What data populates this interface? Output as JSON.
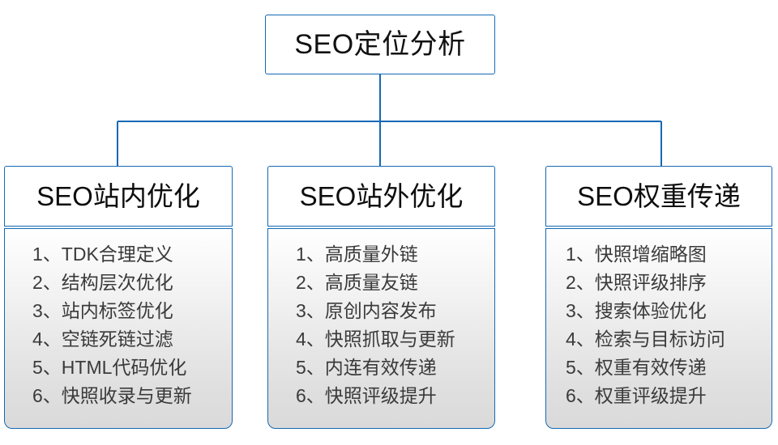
{
  "diagram": {
    "title": "SEO定位分析",
    "accent_color": "#1569b5",
    "root": {
      "label": "SEO定位分析"
    },
    "branches": [
      {
        "id": "seo-onsite",
        "header": "SEO站内优化",
        "items": [
          "1、TDK合理定义",
          "2、结构层次优化",
          "3、站内标签优化",
          "4、空链死链过滤",
          "5、HTML代码优化",
          "6、快照收录与更新"
        ]
      },
      {
        "id": "seo-offsite",
        "header": "SEO站外优化",
        "items": [
          "1、高质量外链",
          "2、高质量友链",
          "3、原创内容发布",
          "4、快照抓取与更新",
          "5、内连有效传递",
          "6、快照评级提升"
        ]
      },
      {
        "id": "seo-weight",
        "header": "SEO权重传递",
        "items": [
          "1、快照增缩略图",
          "2、快照评级排序",
          "3、搜索体验优化",
          "4、检索与目标访问",
          "5、权重有效传递",
          "6、权重评级提升"
        ]
      }
    ]
  }
}
